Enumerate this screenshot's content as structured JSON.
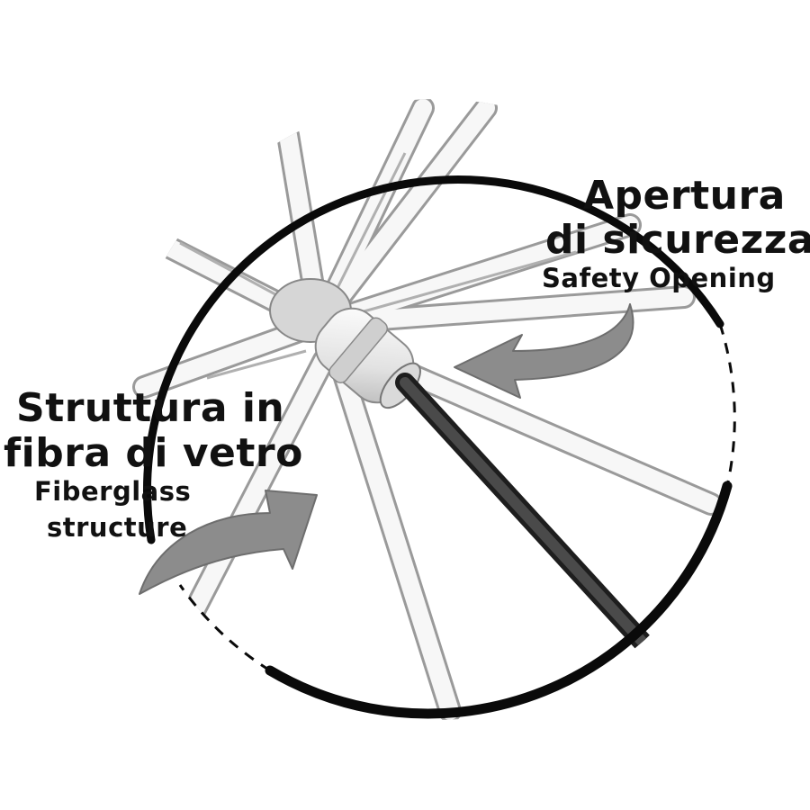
{
  "callouts": {
    "safety": {
      "line1": "Apertura",
      "line2": "di sicurezza",
      "english": "Safety Opening"
    },
    "structure": {
      "line1": "Struttura in",
      "line2": "fibra di vetro",
      "english_line1": "Fiberglass",
      "english_line2": "structure"
    }
  },
  "colors": {
    "circle": "#0a0a0a",
    "rib": "#f4f4f4",
    "rib_outline": "#9a9a9a",
    "shaft": "#3a3a3a",
    "arrow": "#8c8c8c",
    "text": "#111111"
  }
}
